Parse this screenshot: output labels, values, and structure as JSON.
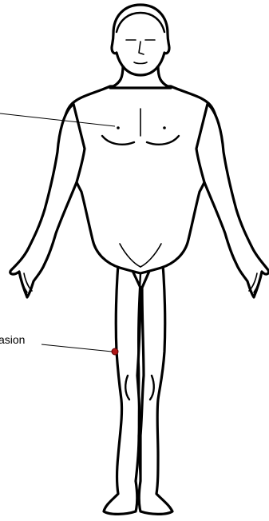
{
  "figure": {
    "callouts": [
      {
        "id": "chest",
        "text": ""
      },
      {
        "id": "lesion",
        "text": "asion"
      }
    ],
    "colors": {
      "outline": "#000000",
      "background": "#ffffff",
      "marker": "#b01818"
    }
  }
}
